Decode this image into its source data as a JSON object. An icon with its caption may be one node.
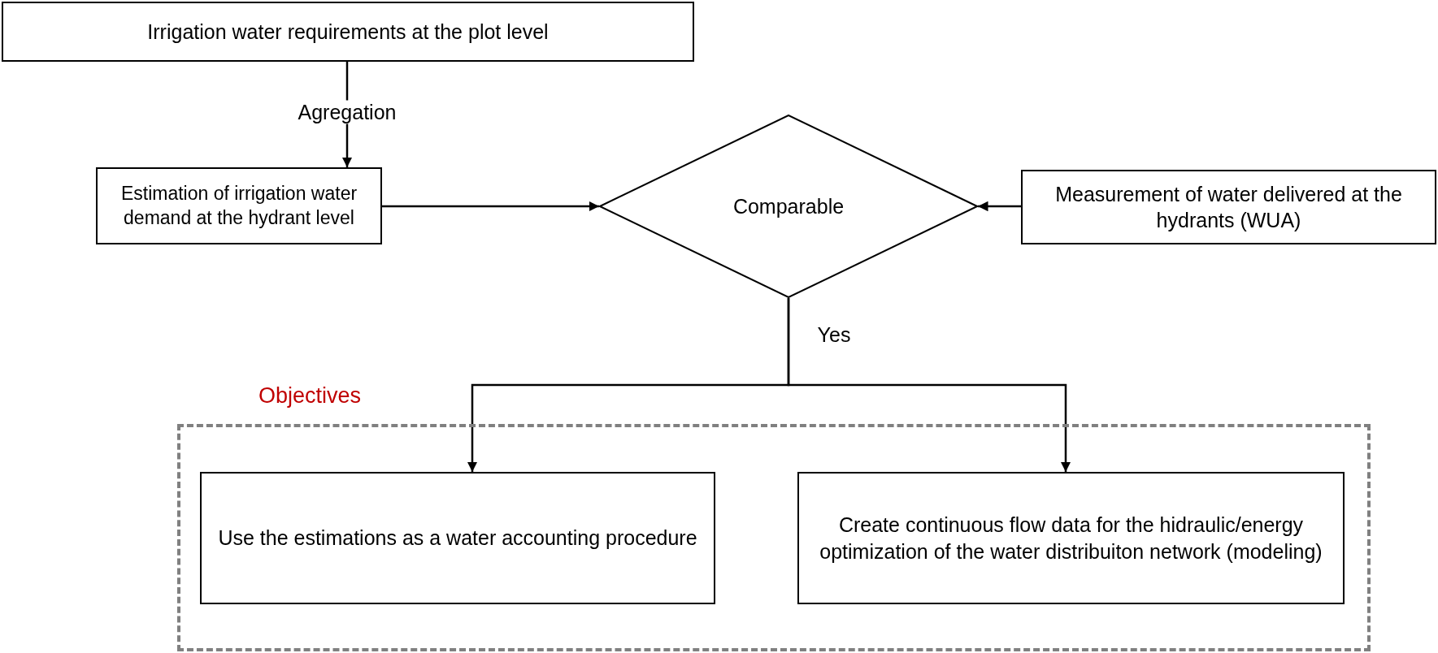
{
  "diagram": {
    "nodes": [
      {
        "text": [
          "Irrigation water requirements at the plot level"
        ]
      },
      {
        "text": [
          "Estimation of irrigation water demand at the hydrant level"
        ]
      },
      {
        "text": [
          "Comparable"
        ]
      },
      {
        "text": [
          "Measurement of water delivered at the hydrants (WUA)"
        ]
      },
      {
        "text": [
          "Objectives"
        ]
      },
      {
        "text": [
          "Use the estimations as a water accounting procedure"
        ],
        "in": 4
      },
      {
        "text": [
          "Create continuous flow data for the hidraulic/energy optimization of the water distribuiton network (modeling)"
        ],
        "in": 4
      }
    ],
    "edges": [
      {
        "from": 0,
        "to": 1,
        "arrow": "to",
        "label": "Agregation"
      },
      {
        "from": 1,
        "to": 2,
        "arrow": "to"
      },
      {
        "from": 3,
        "to": 2,
        "arrow": "to"
      },
      {
        "from": 2,
        "to": 5,
        "arrow": "to",
        "label": "Yes"
      },
      {
        "from": 2,
        "to": 6,
        "arrow": "to"
      }
    ]
  }
}
